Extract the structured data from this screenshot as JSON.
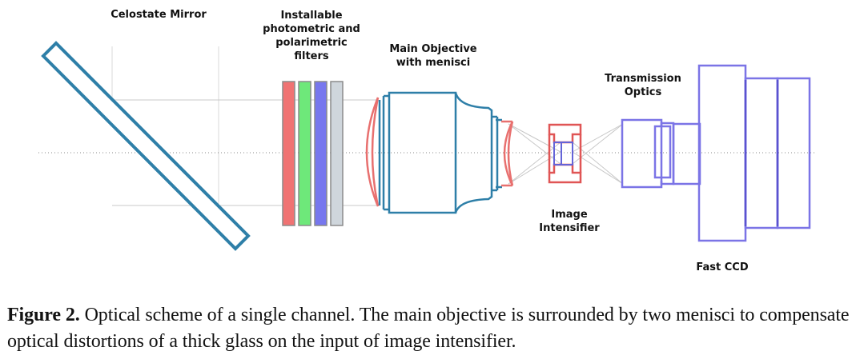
{
  "labels": {
    "celostate": "Celostate Mirror",
    "filters": [
      "Installable",
      "photometric and",
      "polarimetric",
      "filters"
    ],
    "objective": [
      "Main Objective",
      "with menisci"
    ],
    "transmission": [
      "Transmission",
      "Optics"
    ],
    "intensifier": [
      "Image",
      "Intensifier"
    ],
    "ccd": "Fast CCD"
  },
  "caption": {
    "figure": "Figure 2.",
    "text": "Optical scheme of a single channel. The main objective is surrounded by two menisci to compensate optical distortions of a thick glass on the input of image intensifier."
  },
  "colors": {
    "mirror": "#2e7fa8",
    "objective": "#2e7fa8",
    "meniscus": "#e8706f",
    "intensifier": "#e05555",
    "transmission": "#7b74e6",
    "ccd": "#7b74e6",
    "filter_red": "#f07373",
    "filter_green": "#6ee87a",
    "filter_blue": "#7777ee",
    "filter_gray": "#cfd6dc",
    "ray": "#c8c8c8"
  }
}
